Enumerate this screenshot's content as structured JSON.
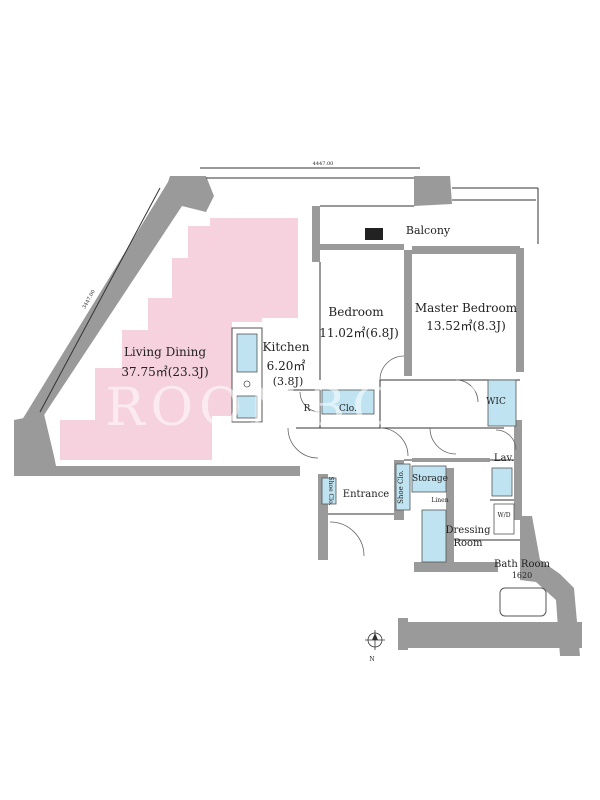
{
  "rooms": {
    "balcony": "Balcony",
    "living_name": "Living Dining",
    "living_size": "37.75㎡(23.3J)",
    "kitchen_name": "Kitchen",
    "kitchen_size": "6.20㎡",
    "kitchen_j": "(3.8J)",
    "bedroom_name": "Bedroom",
    "bedroom_size": "11.02㎡(6.8J)",
    "master_name": "Master Bedroom",
    "master_size": "13.52㎡(8.3J)",
    "entrance": "Entrance",
    "storage": "Storage",
    "lav": "Lav.",
    "dressing_1": "Dressing",
    "dressing_2": "Room",
    "bath_name": "Bath Room",
    "bath_size": "1620",
    "wic": "WIC",
    "clo": "Clo.",
    "r": "R",
    "shoe_clo_1": "Shoe Clo.",
    "shoe_clo_2": "Shoe Clo.",
    "linen": "Linen",
    "wd": "W/D"
  },
  "dimensions": {
    "top": "4447.00",
    "diagonal": "3447.00"
  },
  "compass": {
    "north": "N"
  },
  "watermark": "ROOMBORO",
  "colors": {
    "living_floor": "#f6d2de",
    "fixture": "#bfe3f1",
    "wall": "#9a9a9a"
  }
}
